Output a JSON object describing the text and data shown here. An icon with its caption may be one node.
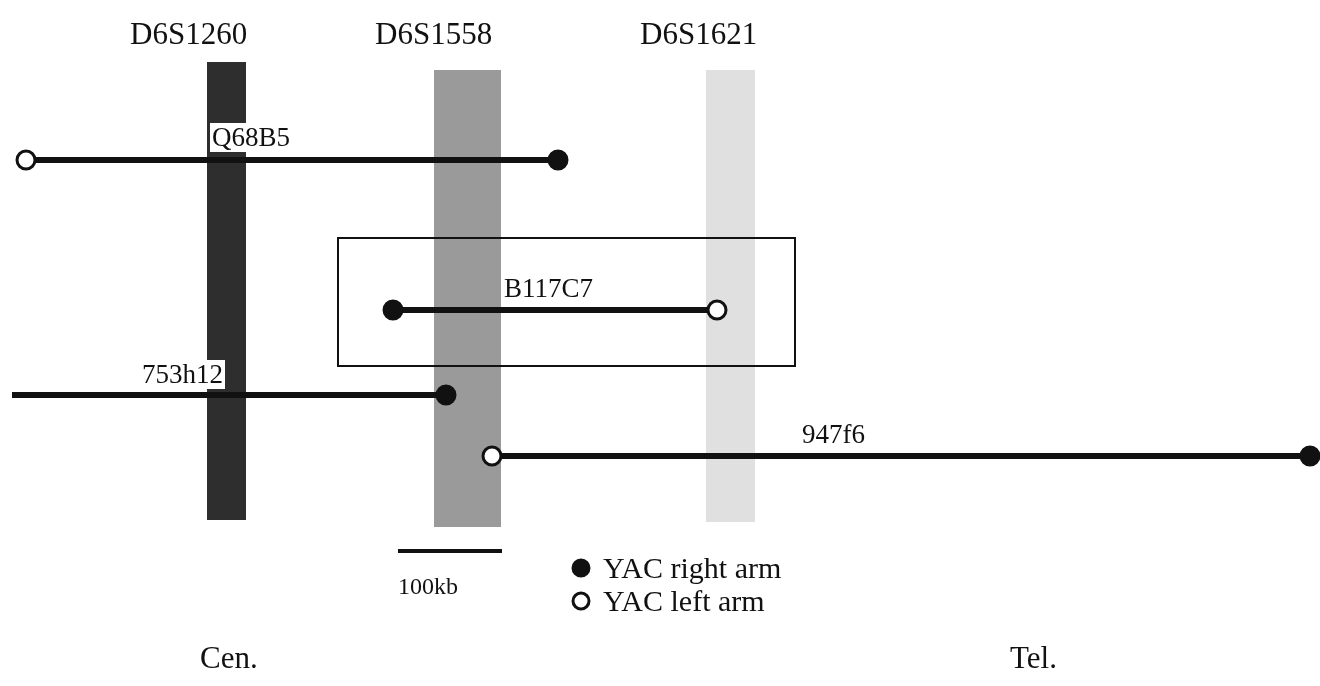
{
  "diagram": {
    "nodes": [
      {
        "text": [
          "D6S1260"
        ]
      },
      {
        "text": [
          "D6S1558"
        ]
      },
      {
        "text": [
          "D6S1621"
        ]
      },
      {
        "text": [
          "Q68B5"
        ]
      },
      {
        "text": [],
        "shape": "box"
      },
      {
        "text": [
          "B117C7"
        ],
        "in": 4
      },
      {
        "text": [
          "753h12"
        ]
      },
      {
        "text": [
          "947f6"
        ]
      }
    ],
    "labels": [
      "100kb",
      "Cen.",
      "Tel."
    ],
    "legend": [
      {
        "text": "YAC right arm"
      },
      {
        "text": "YAC left arm"
      }
    ]
  }
}
